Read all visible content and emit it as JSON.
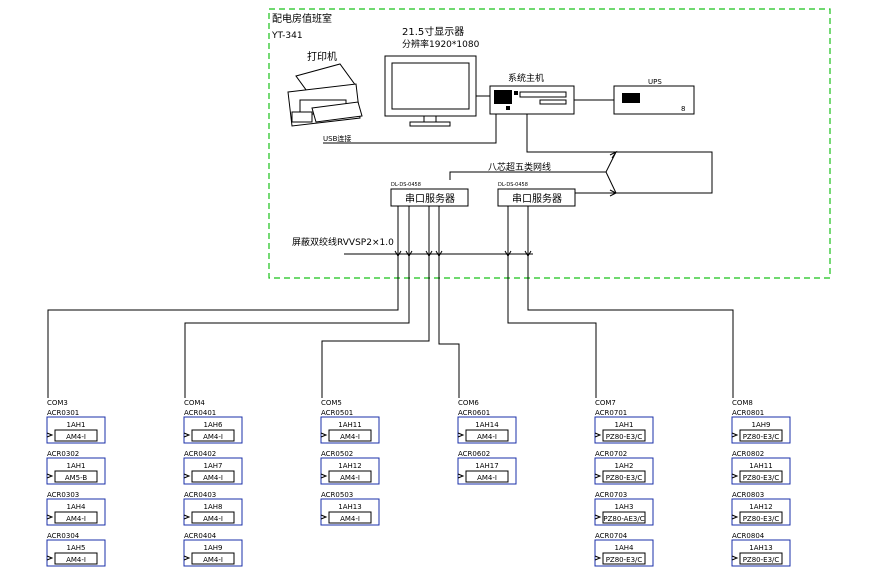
{
  "room": {
    "title": "配电房值班室",
    "code": "YT-341",
    "border_color": "#19c219"
  },
  "printer": {
    "label": "打印机",
    "usb_label": "USB连接"
  },
  "monitor": {
    "label": "21.5寸显示器",
    "resolution": "分辨率1920*1080"
  },
  "host": {
    "label": "系统主机"
  },
  "ups": {
    "label": "UPS",
    "mark": "8"
  },
  "network": {
    "label": "八芯超五类网线"
  },
  "servers": [
    {
      "model": "DL-DS-0458",
      "label": "串口服务器"
    },
    {
      "model": "DL-DS-0458",
      "label": "串口服务器"
    }
  ],
  "shield_cable": {
    "label": "屏蔽双绞线RVVSP2×1.0"
  },
  "columns": [
    {
      "com": "COM3",
      "devices": [
        {
          "addr": "ACR0301",
          "cabinet": "1AH1",
          "model": "AM4-I"
        },
        {
          "addr": "ACR0302",
          "cabinet": "1AH1",
          "model": "AM5-B"
        },
        {
          "addr": "ACR0303",
          "cabinet": "1AH4",
          "model": "AM4-I"
        },
        {
          "addr": "ACR0304",
          "cabinet": "1AH5",
          "model": "AM4-I"
        }
      ]
    },
    {
      "com": "COM4",
      "devices": [
        {
          "addr": "ACR0401",
          "cabinet": "1AH6",
          "model": "AM4-I"
        },
        {
          "addr": "ACR0402",
          "cabinet": "1AH7",
          "model": "AM4-I"
        },
        {
          "addr": "ACR0403",
          "cabinet": "1AH8",
          "model": "AM4-I"
        },
        {
          "addr": "ACR0404",
          "cabinet": "1AH9",
          "model": "AM4-I"
        }
      ]
    },
    {
      "com": "COM5",
      "devices": [
        {
          "addr": "ACR0501",
          "cabinet": "1AH11",
          "model": "AM4-I"
        },
        {
          "addr": "ACR0502",
          "cabinet": "1AH12",
          "model": "AM4-I"
        },
        {
          "addr": "ACR0503",
          "cabinet": "1AH13",
          "model": "AM4-I"
        }
      ]
    },
    {
      "com": "COM6",
      "devices": [
        {
          "addr": "ACR0601",
          "cabinet": "1AH14",
          "model": "AM4-I"
        },
        {
          "addr": "ACR0602",
          "cabinet": "1AH17",
          "model": "AM4-I"
        }
      ]
    },
    {
      "com": "COM7",
      "devices": [
        {
          "addr": "ACR0701",
          "cabinet": "1AH1",
          "model": "PZ80-E3/C"
        },
        {
          "addr": "ACR0702",
          "cabinet": "1AH2",
          "model": "PZ80-E3/C"
        },
        {
          "addr": "ACR0703",
          "cabinet": "1AH3",
          "model": "PZ80-AE3/C"
        },
        {
          "addr": "ACR0704",
          "cabinet": "1AH4",
          "model": "PZ80-E3/C"
        }
      ]
    },
    {
      "com": "COM8",
      "devices": [
        {
          "addr": "ACR0801",
          "cabinet": "1AH9",
          "model": "PZ80-E3/C"
        },
        {
          "addr": "ACR0802",
          "cabinet": "1AH11",
          "model": "PZ80-E3/C"
        },
        {
          "addr": "ACR0803",
          "cabinet": "1AH12",
          "model": "PZ80-E3/C"
        },
        {
          "addr": "ACR0804",
          "cabinet": "1AH13",
          "model": "PZ80-E3/C"
        }
      ]
    }
  ]
}
